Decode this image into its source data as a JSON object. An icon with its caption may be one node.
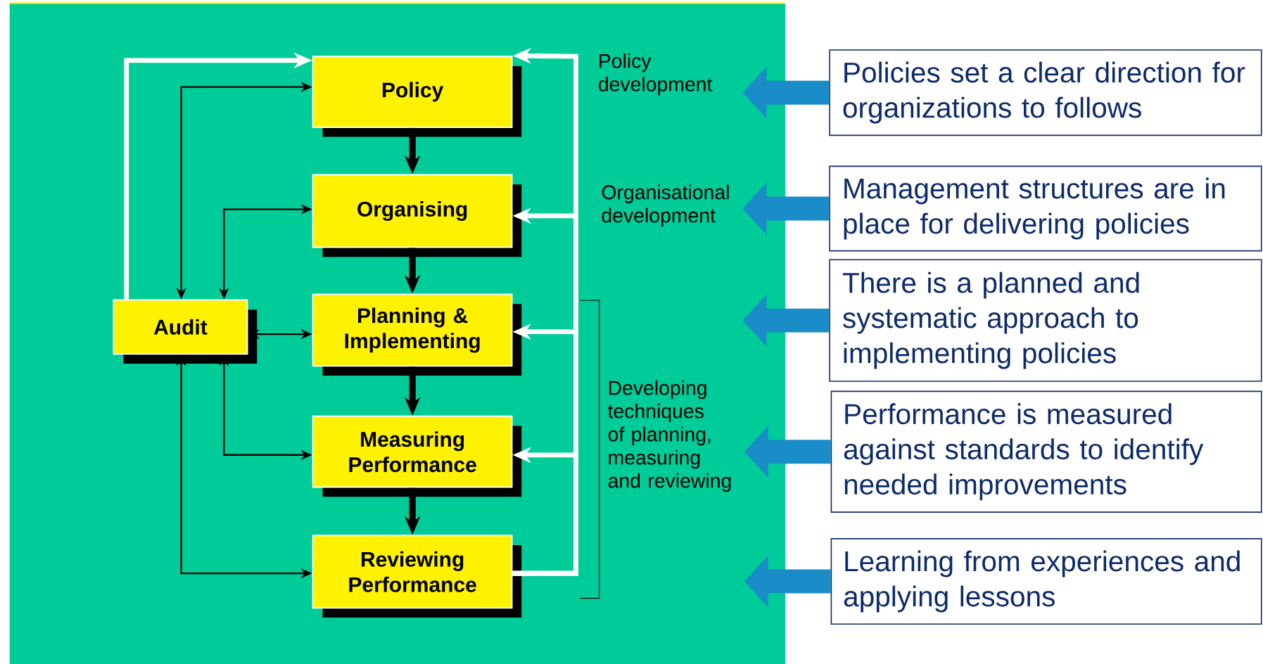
{
  "diagram": {
    "nodes": [
      {
        "text": [
          "Policy"
        ]
      },
      {
        "text": [
          "Organising"
        ]
      },
      {
        "text": [
          "Planning & Implementing"
        ]
      },
      {
        "text": [
          "Measuring Performance"
        ]
      },
      {
        "text": [
          "Reviewing Performance"
        ]
      },
      {
        "text": [
          "Audit"
        ]
      },
      {
        "text": [
          "Policies set a clear direction for organizations to follows"
        ]
      },
      {
        "text": [
          "Management structures are in place for delivering policies"
        ]
      },
      {
        "text": [
          "There is a planned and systematic approach to implementing policies"
        ]
      },
      {
        "text": [
          "Performance is measured against standards to identify needed improvements"
        ]
      },
      {
        "text": [
          "Learning from experiences and applying lessons"
        ]
      }
    ],
    "edges": [
      {
        "from": 0,
        "to": 1,
        "arrow": "to"
      },
      {
        "from": 1,
        "to": 2,
        "arrow": "to"
      },
      {
        "from": 2,
        "to": 3,
        "arrow": "to"
      },
      {
        "from": 3,
        "to": 4,
        "arrow": "to"
      },
      {
        "from": 4,
        "to": 1,
        "arrow": "to",
        "color": "#ffffff"
      },
      {
        "from": 4,
        "to": 2,
        "arrow": "to",
        "color": "#ffffff"
      },
      {
        "from": 4,
        "to": 3,
        "arrow": "to",
        "color": "#ffffff"
      },
      {
        "from": 4,
        "to": 0,
        "arrow": "to",
        "color": "#ffffff"
      },
      {
        "from": 5,
        "to": 0,
        "arrow": "to",
        "color": "#ffffff"
      },
      {
        "from": 0,
        "to": 5,
        "arrow": "both"
      },
      {
        "from": 1,
        "to": 5,
        "arrow": "both"
      },
      {
        "from": 2,
        "to": 5,
        "arrow": "both"
      },
      {
        "from": 3,
        "to": 5,
        "arrow": "both"
      },
      {
        "from": 4,
        "to": 5,
        "arrow": "both"
      },
      {
        "from": 6,
        "to": null,
        "arrow": "to",
        "style": "thick",
        "color": "#1a8cc8"
      },
      {
        "from": 7,
        "to": null,
        "arrow": "to",
        "style": "thick",
        "color": "#1a8cc8"
      },
      {
        "from": 8,
        "to": null,
        "arrow": "to",
        "style": "thick",
        "color": "#1a8cc8"
      },
      {
        "from": 9,
        "to": null,
        "arrow": "to",
        "style": "thick",
        "color": "#1a8cc8"
      },
      {
        "from": 10,
        "to": null,
        "arrow": "to",
        "style": "thick",
        "color": "#1a8cc8"
      }
    ],
    "labels": [
      "Policy development",
      "Organisational development",
      "Developing techniques of planning, measuring and reviewing"
    ]
  }
}
